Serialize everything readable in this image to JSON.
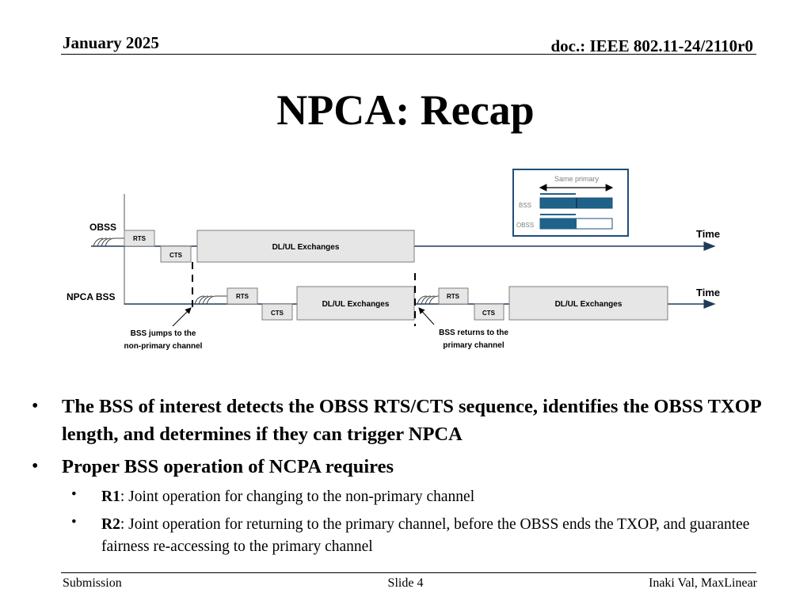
{
  "header": {
    "date": "January 2025",
    "doc": "doc.: IEEE 802.11-24/2110r0"
  },
  "title": "NPCA: Recap",
  "diagram": {
    "inset": {
      "label": "Same primary",
      "bss": "BSS",
      "obss": "OBSS"
    },
    "obss_row": {
      "label": "OBSS",
      "rts": "RTS",
      "cts": "CTS",
      "exchanges": "DL/UL Exchanges",
      "time": "Time"
    },
    "npca_row": {
      "label": "NPCA BSS",
      "rts1": "RTS",
      "cts1": "CTS",
      "exchanges1": "DL/UL Exchanges",
      "rts2": "RTS",
      "cts2": "CTS",
      "exchanges2": "DL/UL Exchanges",
      "time": "Time"
    },
    "annotations": {
      "jump_line1": "BSS jumps to the",
      "jump_line2": "non-primary channel",
      "return_line1": "BSS returns to the",
      "return_line2": "primary channel"
    },
    "colors": {
      "box_fill": "#e6e6e6",
      "box_stroke": "#7f7f7f",
      "inset_border": "#1f4e79",
      "bar": "#1f6289"
    }
  },
  "bullets": [
    {
      "text": "The BSS of interest detects the OBSS RTS/CTS sequence, identifies the OBSS TXOP length, and determines if they can trigger NPCA"
    },
    {
      "text": "Proper BSS operation of NCPA requires",
      "sub": [
        {
          "key": "R1",
          "text": ": Joint operation for changing to the non-primary channel"
        },
        {
          "key": "R2",
          "text": ": Joint operation for returning to the primary channel, before the OBSS ends the TXOP, and guarantee fairness re-accessing to the primary channel"
        }
      ]
    }
  ],
  "footer": {
    "left": "Submission",
    "center": "Slide 4",
    "right": "Inaki Val, MaxLinear"
  }
}
